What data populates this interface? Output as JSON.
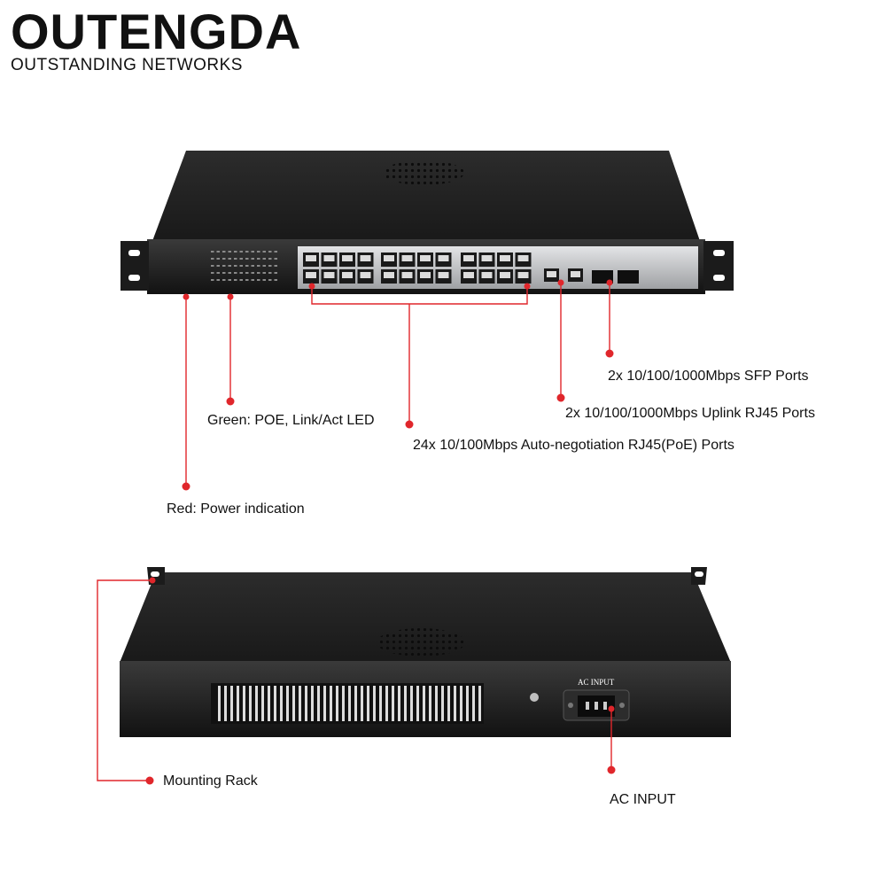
{
  "brand": {
    "name": "OUTENGDA",
    "tagline": "OUTSTANDING NETWORKS"
  },
  "front_callouts": {
    "sfp_ports": "2x 10/100/1000Mbps SFP Ports",
    "uplink_ports": "2x 10/100/1000Mbps Uplink RJ45 Ports",
    "led": "Green: POE, Link/Act LED",
    "poe_ports": "24x 10/100Mbps Auto-negotiation RJ45(PoE) Ports",
    "power": "Red: Power indication"
  },
  "rear_callouts": {
    "mounting": "Mounting Rack",
    "ac_input": "AC INPUT"
  },
  "rear_panel": {
    "ac_label": "AC INPUT"
  },
  "colors": {
    "callout_line": "#e0262b",
    "chassis": "#1f1f1f",
    "chassis_top": "#2a2a2a",
    "panel_silver": "#c9cacc",
    "text": "#111111"
  }
}
